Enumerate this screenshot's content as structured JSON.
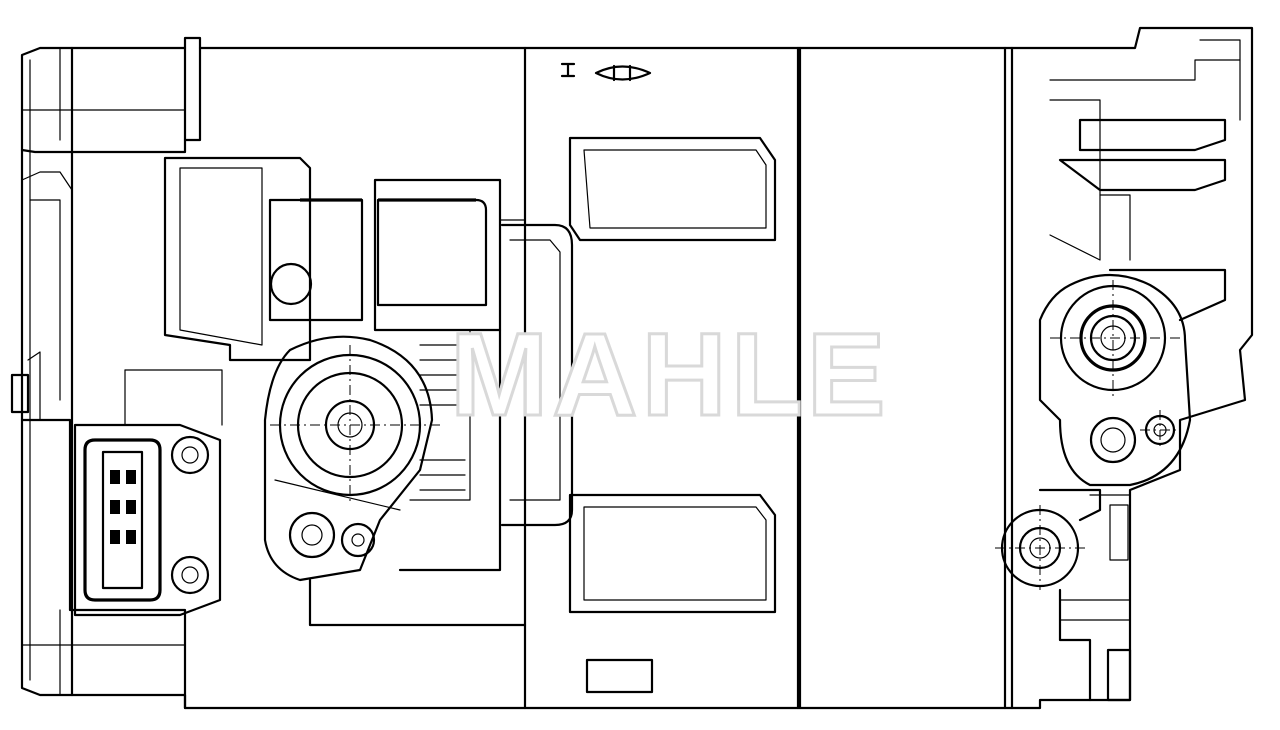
{
  "watermark": {
    "text": "MAHLE"
  },
  "drawing": {
    "subject": "compressor",
    "style": "line-drawing"
  }
}
